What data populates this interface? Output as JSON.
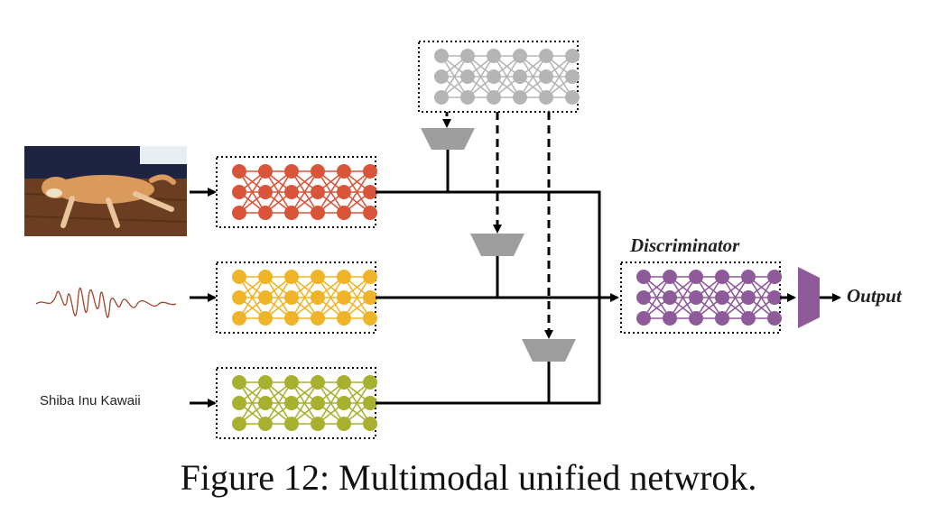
{
  "caption": "Figure 12: Multimodal unified netwrok.",
  "labels": {
    "discriminator": "Discriminator",
    "output": "Output",
    "text_input": "Shiba Inu Kawaii"
  },
  "inputs": [
    {
      "kind": "image",
      "content": "photo of a sleeping Shiba Inu dog on a wooden floor"
    },
    {
      "kind": "audio",
      "content": "waveform"
    },
    {
      "kind": "text",
      "content": "Shiba Inu Kawaii"
    }
  ],
  "networks": [
    {
      "role": "image-encoder",
      "color": "#d9553a"
    },
    {
      "role": "audio-encoder",
      "color": "#f0b429"
    },
    {
      "role": "text-encoder",
      "color": "#a8b030"
    },
    {
      "role": "shared-network",
      "color": "#b5b5b5"
    },
    {
      "role": "discriminator",
      "color": "#8e5a9a"
    }
  ],
  "colors": {
    "adapter": "#9e9e9e",
    "output_head": "#8e5a9a",
    "line": "#000000",
    "waveform": "#a0442e"
  }
}
